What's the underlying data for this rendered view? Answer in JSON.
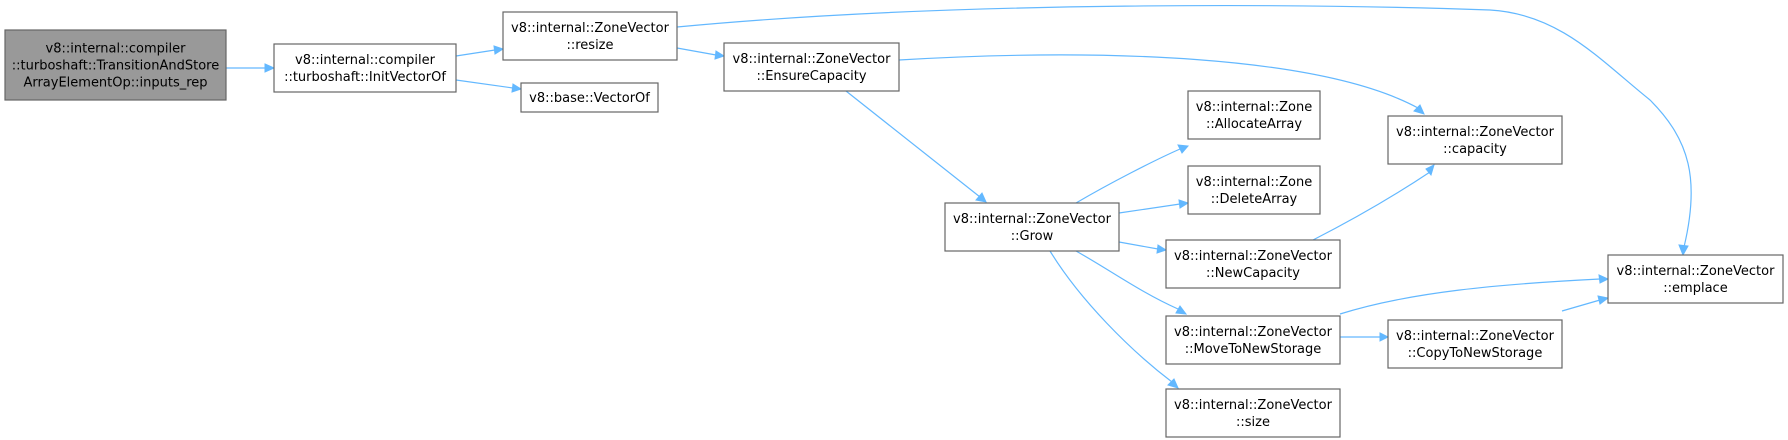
{
  "diagram": {
    "nodes": [
      {
        "id": "inputs_rep",
        "lines": [
          "v8::internal::compiler",
          "::turboshaft::TransitionAndStore",
          "ArrayElementOp::inputs_rep"
        ],
        "root": true
      },
      {
        "id": "InitVectorOf",
        "lines": [
          "v8::internal::compiler",
          "::turboshaft::InitVectorOf"
        ]
      },
      {
        "id": "resize",
        "lines": [
          "v8::internal::ZoneVector",
          "::resize"
        ]
      },
      {
        "id": "VectorOf",
        "lines": [
          "v8::base::VectorOf"
        ]
      },
      {
        "id": "EnsureCapacity",
        "lines": [
          "v8::internal::ZoneVector",
          "::EnsureCapacity"
        ]
      },
      {
        "id": "Grow",
        "lines": [
          "v8::internal::ZoneVector",
          "::Grow"
        ]
      },
      {
        "id": "AllocateArray",
        "lines": [
          "v8::internal::Zone",
          "::AllocateArray"
        ]
      },
      {
        "id": "DeleteArray",
        "lines": [
          "v8::internal::Zone",
          "::DeleteArray"
        ]
      },
      {
        "id": "NewCapacity",
        "lines": [
          "v8::internal::ZoneVector",
          "::NewCapacity"
        ]
      },
      {
        "id": "MoveToNewStorage",
        "lines": [
          "v8::internal::ZoneVector",
          "::MoveToNewStorage"
        ]
      },
      {
        "id": "size",
        "lines": [
          "v8::internal::ZoneVector",
          "::size"
        ]
      },
      {
        "id": "capacity",
        "lines": [
          "v8::internal::ZoneVector",
          "::capacity"
        ]
      },
      {
        "id": "CopyToNewStorage",
        "lines": [
          "v8::internal::ZoneVector",
          "::CopyToNewStorage"
        ]
      },
      {
        "id": "emplace",
        "lines": [
          "v8::internal::ZoneVector",
          "::emplace"
        ]
      }
    ],
    "edges": [
      {
        "from": "inputs_rep",
        "to": "InitVectorOf"
      },
      {
        "from": "InitVectorOf",
        "to": "resize"
      },
      {
        "from": "InitVectorOf",
        "to": "VectorOf"
      },
      {
        "from": "resize",
        "to": "EnsureCapacity"
      },
      {
        "from": "resize",
        "to": "emplace"
      },
      {
        "from": "EnsureCapacity",
        "to": "capacity"
      },
      {
        "from": "EnsureCapacity",
        "to": "Grow"
      },
      {
        "from": "Grow",
        "to": "AllocateArray"
      },
      {
        "from": "Grow",
        "to": "DeleteArray"
      },
      {
        "from": "Grow",
        "to": "NewCapacity"
      },
      {
        "from": "Grow",
        "to": "MoveToNewStorage"
      },
      {
        "from": "Grow",
        "to": "size"
      },
      {
        "from": "NewCapacity",
        "to": "capacity"
      },
      {
        "from": "MoveToNewStorage",
        "to": "CopyToNewStorage"
      },
      {
        "from": "MoveToNewStorage",
        "to": "emplace"
      },
      {
        "from": "CopyToNewStorage",
        "to": "emplace"
      }
    ],
    "colors": {
      "edge": "#63b8ff",
      "node_border": "#666666",
      "root_fill": "#999999",
      "node_fill": "#ffffff"
    }
  }
}
